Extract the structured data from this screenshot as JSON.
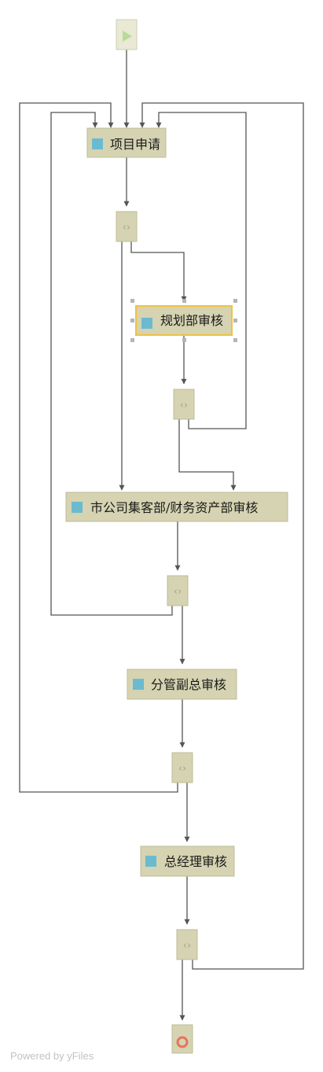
{
  "diagram": {
    "tasks": {
      "project_apply": "项目申请",
      "planning_review": "规划部审核",
      "city_review": "市公司集客部/财务资产部审核",
      "vp_review": "分管副总审核",
      "gm_review": "总经理审核"
    },
    "gateway_symbol": "‹›",
    "start_symbol": "▶",
    "colors": {
      "node_fill": "#d5d3b1",
      "task_marker": "#6cbad0",
      "selection": "#f2c23b",
      "edge": "#555555",
      "start_fill": "#e9e9d6",
      "start_marker": "#b6dd95",
      "end_ring": "#e8735e"
    }
  },
  "footer": {
    "text": "Powered by yFiles"
  }
}
